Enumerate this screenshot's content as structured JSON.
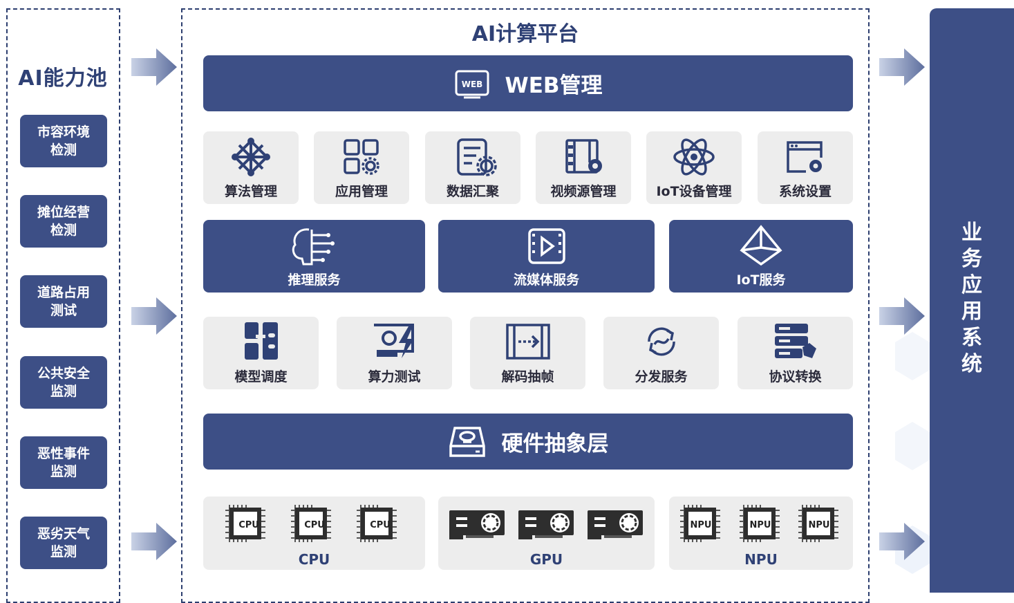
{
  "left_panel": {
    "title": "AI能力池",
    "items": [
      "市容环境\n检测",
      "摊位经营\n检测",
      "道路占用\n测试",
      "公共安全\n监测",
      "恶性事件\n监测",
      "恶劣天气\n监测"
    ]
  },
  "platform": {
    "title": "AI计算平台",
    "web_band": {
      "label": "WEB管理",
      "icon_text": "WEB"
    },
    "management_tiles": [
      "算法管理",
      "应用管理",
      "数据汇聚",
      "视频源管理",
      "IoT设备管理",
      "系统设置"
    ],
    "services": [
      "推理服务",
      "流媒体服务",
      "IoT服务"
    ],
    "function_tiles": [
      "模型调度",
      "算力测试",
      "解码抽帧",
      "分发服务",
      "协议转换"
    ],
    "hardware_band": {
      "label": "硬件抽象层"
    },
    "hardware": [
      {
        "label": "CPU",
        "chip_text": "CPU"
      },
      {
        "label": "GPU"
      },
      {
        "label": "NPU",
        "chip_text": "NPU"
      }
    ]
  },
  "right_panel": {
    "title": "业务应用系统"
  },
  "colors": {
    "primary": "#3d4f86",
    "tile_bg": "#ededed",
    "arrow": "#5e6f9e"
  }
}
